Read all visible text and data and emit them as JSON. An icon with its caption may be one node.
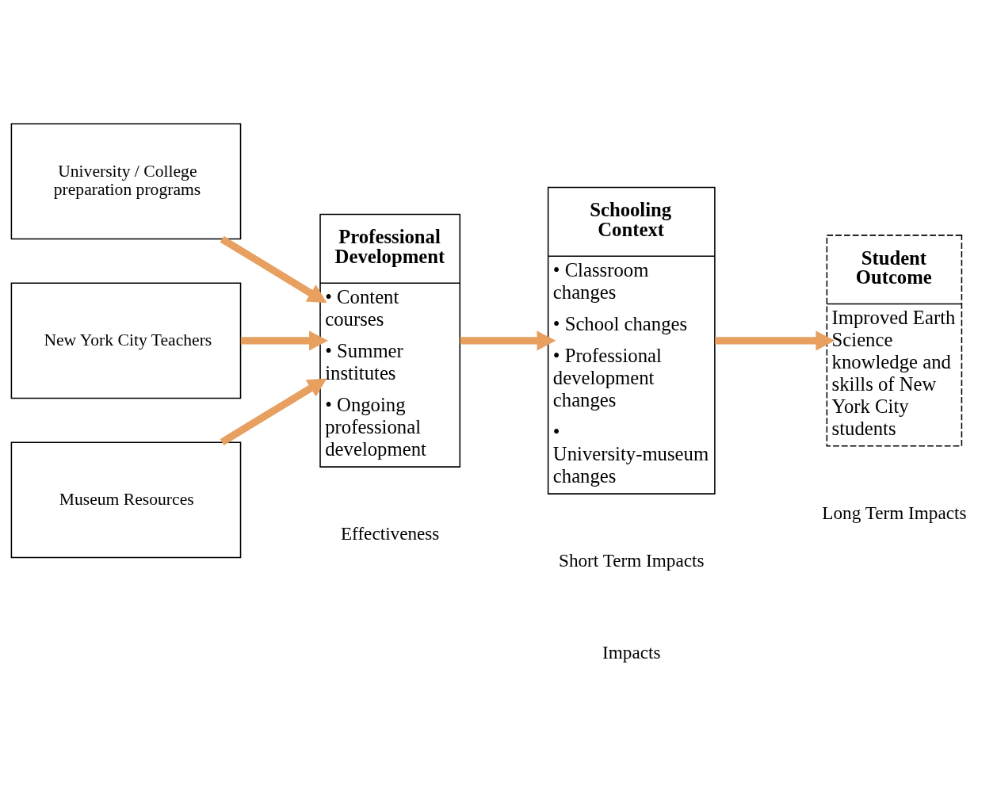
{
  "diagram": {
    "nodes": [
      {
        "text": [
          "University / College preparation programs"
        ]
      },
      {
        "text": [
          "New York City Teachers"
        ]
      },
      {
        "text": [
          "Museum Resources"
        ]
      },
      {
        "text": [
          "Professional Development",
          "• Content courses",
          "• Summer institutes",
          "• Ongoing professional development"
        ]
      },
      {
        "text": [
          "Schooling Context",
          "• Classroom changes",
          "• School changes",
          "• Professional development changes",
          "• University-museum changes"
        ]
      },
      {
        "text": [
          "Student Outcome",
          "Improved Earth Science knowledge and skills of New York City students"
        ]
      }
    ],
    "edges": [
      {
        "from": 0,
        "to": 3,
        "arrow": "to"
      },
      {
        "from": 1,
        "to": 3,
        "arrow": "to"
      },
      {
        "from": 2,
        "to": 3,
        "arrow": "to"
      },
      {
        "from": 3,
        "to": 4,
        "arrow": "to"
      },
      {
        "from": 4,
        "to": 5,
        "arrow": "to"
      }
    ],
    "labels": [
      "Long Term Impacts",
      "Effectiveness",
      "Short Term Impacts",
      "Impacts"
    ]
  }
}
